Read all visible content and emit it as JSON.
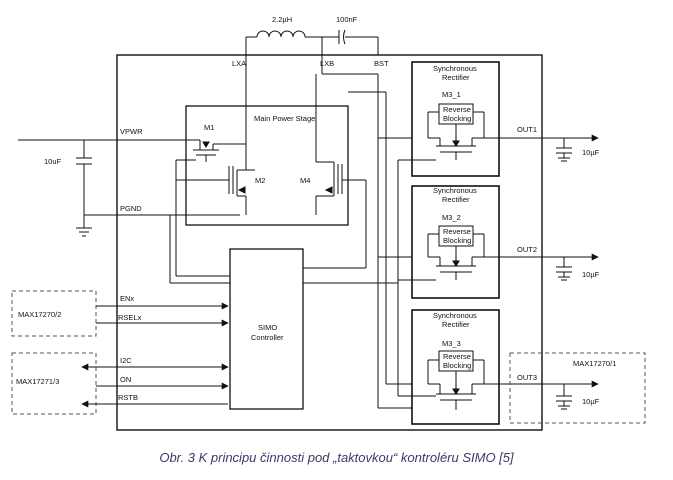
{
  "components": {
    "inductor": "2.2µH",
    "capacitor_top": "100nF",
    "capacitor_left": "10uF",
    "cap_out1": "10µF",
    "cap_out2": "10µF",
    "cap_out3": "10µF"
  },
  "pins": {
    "lxa": "LXA",
    "lxb": "LXB",
    "bst": "BST",
    "vpwr": "VPWR",
    "pgnd": "PGND",
    "enx": "ENx",
    "selx": "RSELx",
    "i2c": "I2C",
    "on": "ON",
    "rstb": "RSTB",
    "out1": "OUT1",
    "out2": "OUT2",
    "out3": "OUT3"
  },
  "power_stage": {
    "title": "Main Power Stage",
    "m1": "M1",
    "m2": "M2",
    "m4": "M4"
  },
  "controller": {
    "line1": "SIMO",
    "line2": "Controller"
  },
  "rectifiers": [
    {
      "title1": "Synchronous",
      "title2": "Rectifier",
      "mosfet": "M3_1",
      "rb1": "Reverse",
      "rb2": "Blocking"
    },
    {
      "title1": "Synchronous",
      "title2": "Rectifier",
      "mosfet": "M3_2",
      "rb1": "Reverse",
      "rb2": "Blocking"
    },
    {
      "title1": "Synchronous",
      "title2": "Rectifier",
      "mosfet": "M3_3",
      "rb1": "Reverse",
      "rb2": "Blocking"
    }
  ],
  "external_boxes": {
    "max17270": "MAX17270/2",
    "max17271": "MAX17271/3",
    "max172701": "MAX17270/1"
  },
  "caption": "Obr. 3  K principu činnosti pod „taktovkou“ kontroléru SIMO [5]"
}
